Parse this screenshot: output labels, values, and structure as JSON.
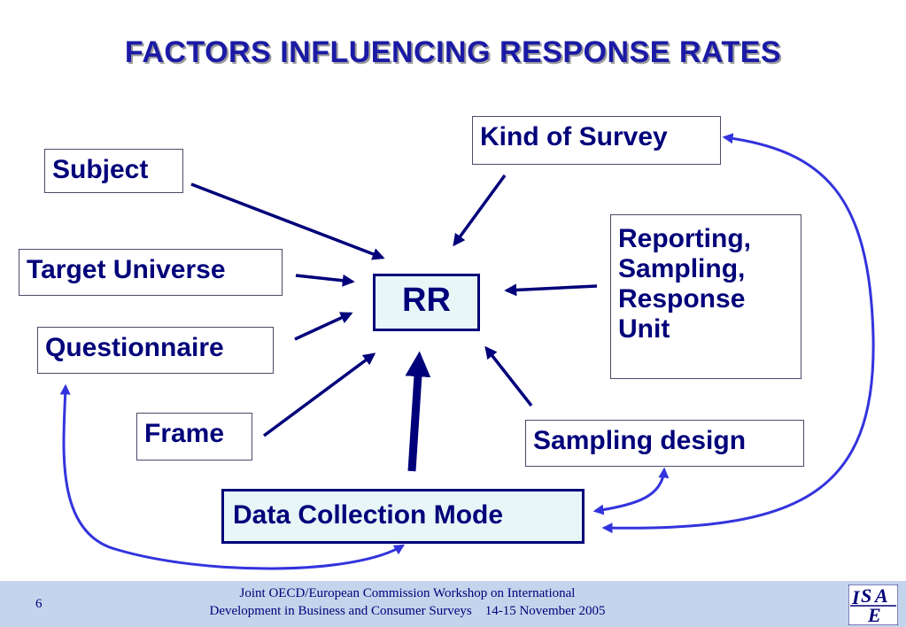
{
  "title": "FACTORS INFLUENCING RESPONSE RATES",
  "nodes": {
    "subject": "Subject",
    "target_universe": "Target Universe",
    "questionnaire": "Questionnaire",
    "frame": "Frame",
    "rr": "RR",
    "kind_of_survey": "Kind of Survey",
    "reporting_unit": "Reporting, Sampling, Response Unit",
    "sampling_design": "Sampling design",
    "data_collection_mode": "Data Collection Mode"
  },
  "footer": {
    "page_number": "6",
    "line1": "Joint OECD/European Commission Workshop on International",
    "line2": "Development in Business and Consumer Surveys    14-15 November 2005",
    "logo": "ISAE"
  },
  "colors": {
    "title": "#1a1aa6",
    "box_text": "#00007a",
    "arrow_dark": "#00007a",
    "arrow_curve": "#3333dd",
    "footer_bg": "#c4d4ec",
    "highlight_box_bg": "#e8f6f8"
  }
}
